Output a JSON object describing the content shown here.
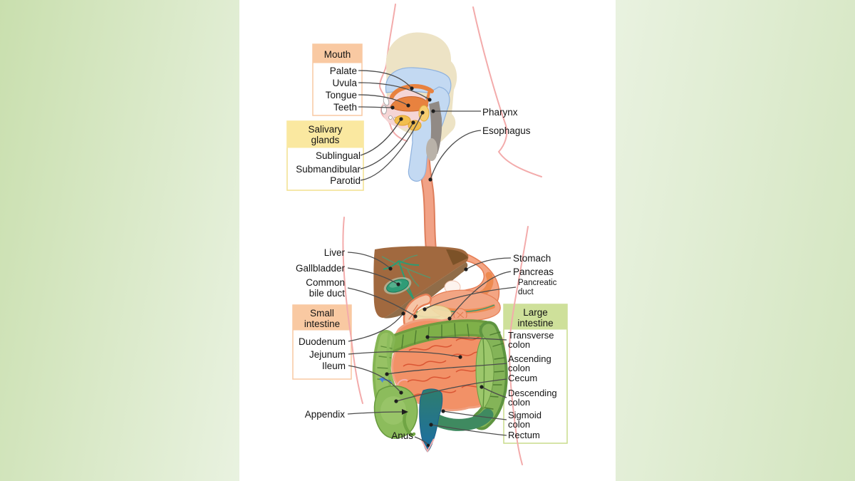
{
  "colors": {
    "background_side_green": "#cde3b6",
    "panel_white": "#ffffff",
    "box_orange_header": "#f9c9a2",
    "box_yellow_header": "#fae8a0",
    "box_green_header": "#cee09a",
    "leader_line": "#4a4a4a",
    "body_outline_pink": "#f3abab",
    "liver_brown": "#a1693f",
    "stomach_salmon": "#f4a583",
    "large_intestine_green": "#7fb049",
    "small_intestine_orange": "#f29167",
    "rectum_blue": "#1c6ea4"
  },
  "boxes": {
    "mouth": {
      "header": "Mouth",
      "items": [
        "Palate",
        "Uvula",
        "Tongue",
        "Teeth"
      ]
    },
    "salivary_glands": {
      "header_lines": [
        "Salivary",
        "glands"
      ],
      "items": [
        "Sublingual",
        "Submandibular",
        "Parotid"
      ]
    },
    "small_intestine": {
      "header_lines": [
        "Small",
        "intestine"
      ],
      "items": [
        "Duodenum",
        "Jejunum",
        "Ileum"
      ]
    },
    "large_intestine": {
      "header_lines": [
        "Large",
        "intestine"
      ],
      "items": [
        [
          "Transverse",
          "colon"
        ],
        [
          "Ascending",
          "colon"
        ],
        [
          "Cecum",
          ""
        ],
        [
          "Descending",
          "colon"
        ],
        [
          "Sigmoid",
          "colon"
        ],
        [
          "Rectum",
          ""
        ]
      ]
    }
  },
  "labels": {
    "pharynx": "Pharynx",
    "esophagus": "Esophagus",
    "liver": "Liver",
    "gallbladder": "Gallbladder",
    "common_bile_duct": [
      "Common",
      "bile duct"
    ],
    "stomach": "Stomach",
    "pancreas": "Pancreas",
    "pancreatic_duct": [
      "Pancreatic",
      "duct"
    ],
    "appendix": "Appendix",
    "anus": "Anus"
  }
}
